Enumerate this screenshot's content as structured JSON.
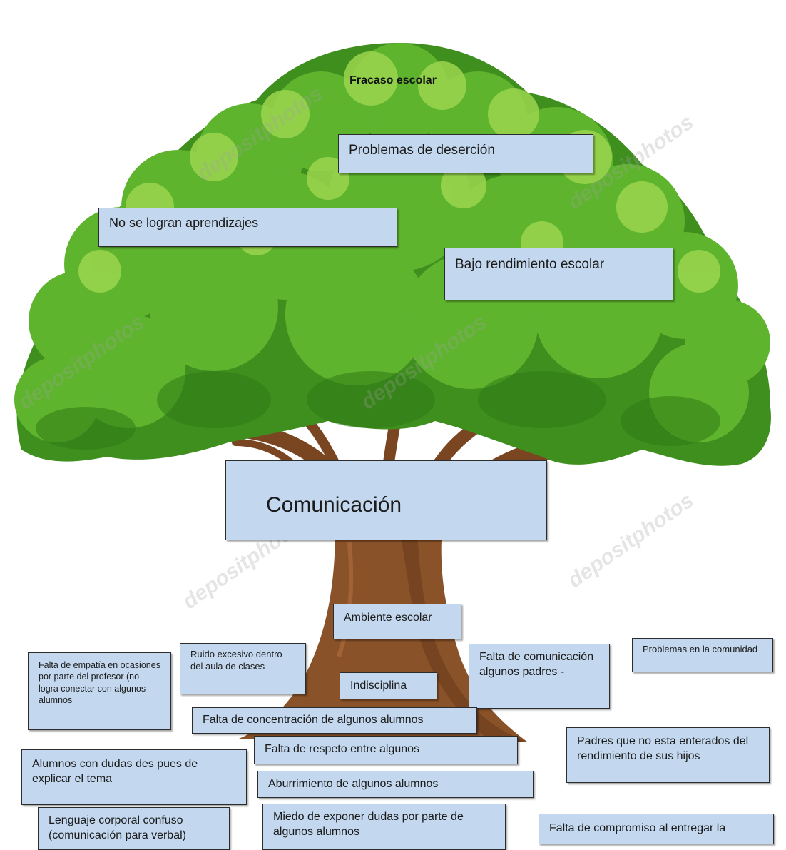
{
  "title": "Fracaso escolar",
  "center": "Comunicación",
  "effects": [
    "Problemas de deserción",
    "No se logran aprendizajes",
    "Bajo rendimiento escolar"
  ],
  "causes": [
    "Ambiente escolar",
    "Falta de empatía en ocasiones por parte del profesor (no logra conectar con algunos alumnos",
    "Ruido excesivo dentro del aula de clases",
    "Indisciplina",
    "Falta de comunicación algunos padres -",
    "Problemas en la comunidad",
    "Falta de concentración de algunos alumnos",
    "Padres que no esta enterados del rendimiento de sus hijos",
    "Falta de respeto entre algunos",
    "Alumnos con dudas des pues de explicar el tema",
    "Aburrimiento de algunos alumnos",
    "Lenguaje corporal confuso (comunicación para verbal)",
    "Miedo de exponer dudas por parte de algunos alumnos",
    "Falta de compromiso al entregar la"
  ],
  "watermark": "depositphotos",
  "colors": {
    "box_fill": "#c3d8ee",
    "foliage_dark": "#3f8f1e",
    "foliage_mid": "#5fb42e",
    "foliage_light": "#9bd64f",
    "trunk": "#8a5228",
    "trunk_dark": "#5e3417"
  }
}
